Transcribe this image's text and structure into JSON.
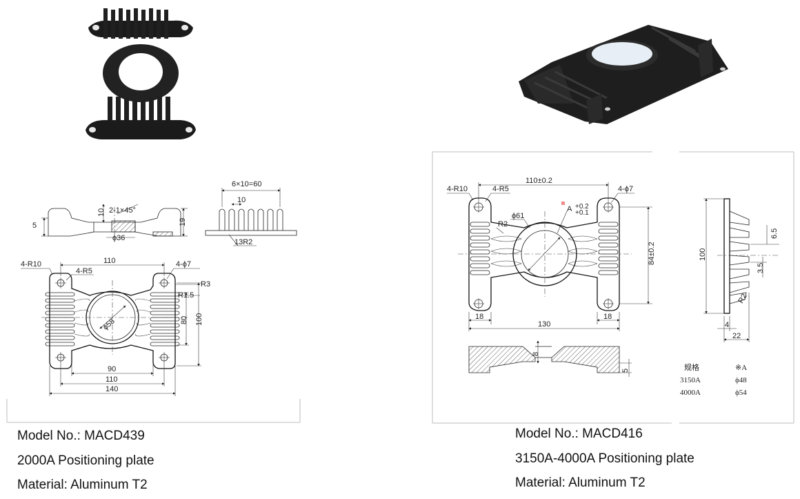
{
  "left_product": {
    "model_line": "Model No.: MACD439",
    "description_line": "2000A Positioning plate",
    "material_line": "Material: Aluminum T2",
    "photo_icon": "heatsink-plate-photo",
    "drawing": {
      "side_view": {
        "d_chamfer": "2-1×45°",
        "d_phi36": "ϕ36",
        "d_5": "5",
        "d_10": "10",
        "d_19": "19"
      },
      "fin_view": {
        "d_pitch": "6×10=60",
        "d_10": "10",
        "d_r2": "13R2"
      },
      "plan_view": {
        "d_4r10": "4-R10",
        "d_4r5": "4-R5",
        "d_110_top": "110",
        "d_4phi7": "4-ϕ7",
        "d_r3": "R3",
        "d_r15": "R1.5",
        "d_phi58": "ϕ58",
        "d_80": "80",
        "d_100": "100",
        "d_90": "90",
        "d_110_bottom": "110",
        "d_140": "140"
      }
    }
  },
  "right_product": {
    "model_line": "Model No.: MACD416",
    "description_line": "3150A-4000A Positioning plate",
    "material_line": "Material: Aluminum T2",
    "photo_icon": "heatsink-plate-photo",
    "drawing": {
      "plan_view": {
        "d_4r10": "4-R10",
        "d_4r5": "4-R5",
        "d_110": "110±0.2",
        "d_4phi7": "4-ϕ7",
        "d_phi61": "ϕ61",
        "d_a": "A",
        "d_tol_plus": "+0.2",
        "d_tol_minus": "+0.1",
        "d_r2": "R2",
        "d_84": "84±0.2",
        "d_18_left": "18",
        "d_130": "130",
        "d_18_right": "18"
      },
      "section_view": {
        "d_8": "8",
        "d_5": "5"
      },
      "side_view": {
        "d_100": "100",
        "d_65": "6.5",
        "d_35": "3.5",
        "d_r2": "R2",
        "d_4": "4",
        "d_22": "22"
      },
      "spec_table": {
        "headers": [
          "规格",
          "※A"
        ],
        "rows": [
          [
            "3150A",
            "ϕ48"
          ],
          [
            "4000A",
            "ϕ54"
          ]
        ]
      }
    }
  }
}
